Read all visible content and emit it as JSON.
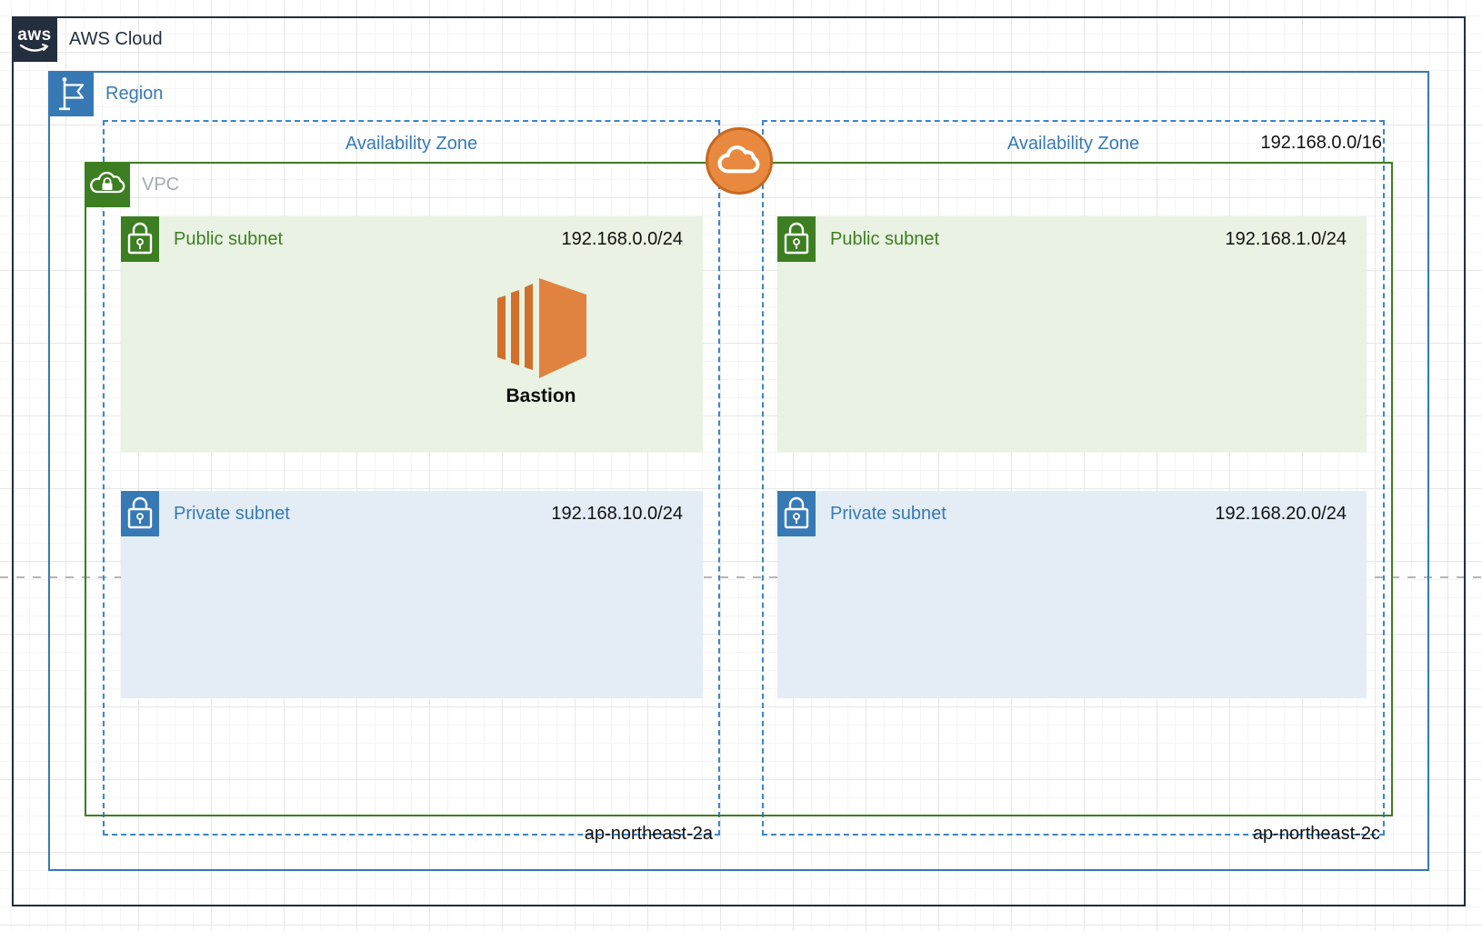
{
  "aws_cloud": {
    "label": "AWS Cloud"
  },
  "region": {
    "label": "Region"
  },
  "vpc": {
    "label": "VPC",
    "cidr": "192.168.0.0/16"
  },
  "zones": [
    {
      "label": "Availability Zone",
      "name": "ap-northeast-2a",
      "public_subnet": {
        "label": "Public subnet",
        "cidr": "192.168.0.0/24"
      },
      "private_subnet": {
        "label": "Private subnet",
        "cidr": "192.168.10.0/24"
      },
      "instance": {
        "label": "Bastion"
      }
    },
    {
      "label": "Availability Zone",
      "name": "ap-northeast-2c",
      "public_subnet": {
        "label": "Public subnet",
        "cidr": "192.168.1.0/24"
      },
      "private_subnet": {
        "label": "Private subnet",
        "cidr": "192.168.20.0/24"
      }
    }
  ],
  "colors": {
    "aws_dark": "#232F3E",
    "blue": "#3779B5",
    "az_dash_blue": "#3C85C6",
    "vpc_green": "#3E7E22",
    "public_subnet_fill": "#E9F2E3",
    "private_subnet_fill": "#E4EDF6",
    "gateway_orange": "#E8893F",
    "ec2_orange_face": "#E08340",
    "ec2_orange_slat": "#D2702B",
    "page_break_gray": "#B5B5B5"
  }
}
